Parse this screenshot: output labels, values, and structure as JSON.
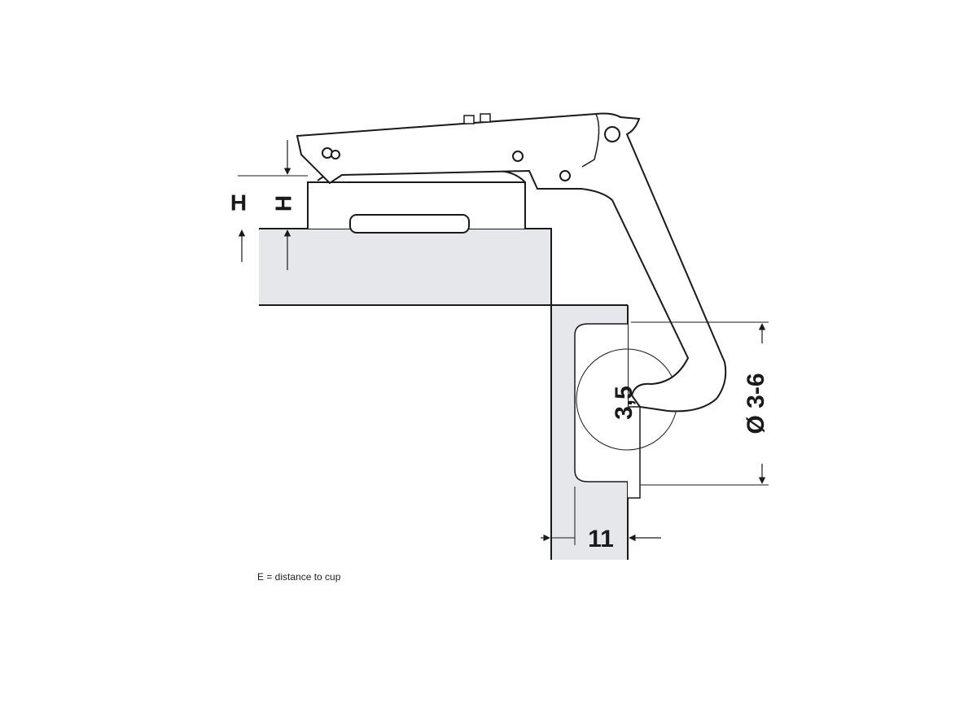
{
  "labels": {
    "h_outer": "H",
    "h_inner": "H",
    "dim_35": "3,5",
    "dim_diameter": "Ø 3-6",
    "dim_11": "11"
  },
  "footnote": "E = distance to cup",
  "colors": {
    "panel_fill": "#e5e7ea",
    "stroke": "#1a1a1a",
    "background": "#ffffff"
  }
}
